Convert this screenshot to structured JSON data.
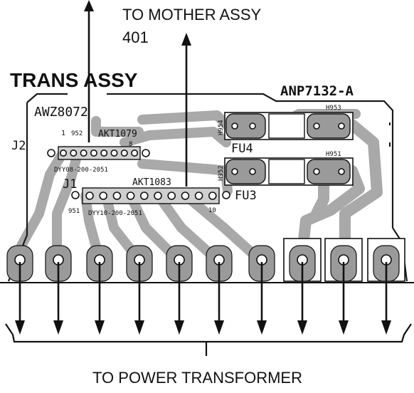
{
  "labels": {
    "mother_line1": "TO MOTHER ASSY",
    "mother_line2": "401",
    "trans_assy": "TRANS ASSY",
    "board_code": "ANP7132-A",
    "awz": "AWZ8072",
    "j2": "J2",
    "j1": "J1",
    "akt1079": "AKT1079",
    "akt1083": "AKT1083",
    "fu4": "FU4",
    "fu3": "FU3",
    "h953": "H953",
    "h954": "H954",
    "h951": "H951",
    "h952": "H952",
    "pin_1": "1",
    "pin_952": "952",
    "pin_8": "8",
    "conn_j2": "DYY08-200-2051",
    "conn_j1": "DYY10-200-2051",
    "pin_951": "951",
    "pin_10": "10",
    "power_transformer": "TO POWER TRANSFORMER"
  },
  "components": {
    "j2_pins": 8,
    "j1_pins": 10,
    "bottom_terminals": 10,
    "fuses": [
      "FU4",
      "FU3"
    ]
  },
  "colors": {
    "trace": "#a9a9a9",
    "ink": "#111111",
    "background": "#ffffff"
  }
}
